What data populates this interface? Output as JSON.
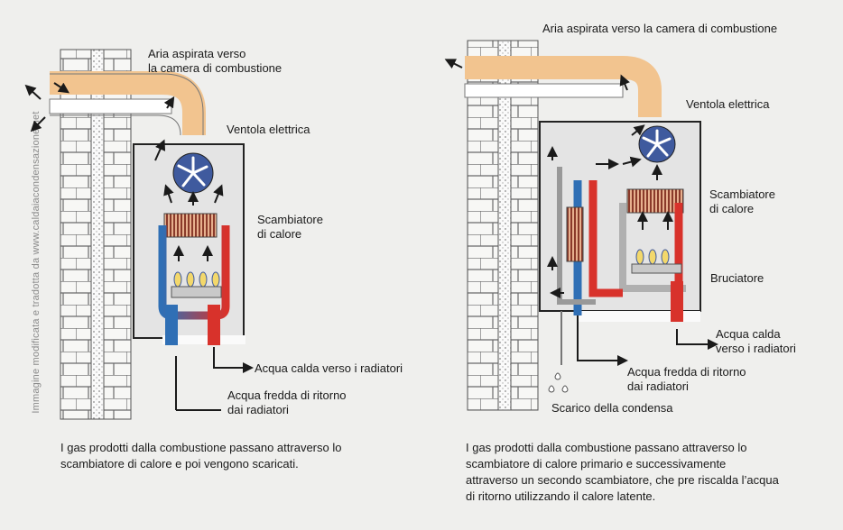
{
  "watermark": "Immagine modificata e tradotta da www.caldaiacondensazione.net",
  "left": {
    "air_intake": "Aria aspirata verso\nla camera di combustione",
    "fan": "Ventola elettrica",
    "heat_exchanger": "Scambiatore\ndi calore",
    "hot_water": "Acqua calda verso i radiatori",
    "cold_return": "Acqua fredda di ritorno\ndai radiatori",
    "caption": "I gas prodotti dalla combustione passano attraverso lo\nscambiatore di calore e poi vengono scaricati."
  },
  "right": {
    "air_intake": "Aria aspirata verso la camera di combustione",
    "fan": "Ventola elettrica",
    "heat_exchanger": "Scambiatore\ndi calore",
    "burner": "Bruciatore",
    "hot_water": "Acqua calda\nverso i radiatori",
    "cold_return": "Acqua fredda di ritorno\ndai radiatori",
    "condensate": "Scarico della condensa",
    "caption": "I gas prodotti dalla combustione passano attraverso lo\nscambiatore di calore primario e successivamente\nattraverso un secondo scambiatore, che pre riscalda l’acqua\ndi ritorno utilizzando il calore latente."
  },
  "colors": {
    "pipe": "#f2c48f",
    "red": "#d8322b",
    "blue": "#2f6fb5",
    "fan": "#3f5a9e",
    "grey": "#d6d6d6"
  }
}
